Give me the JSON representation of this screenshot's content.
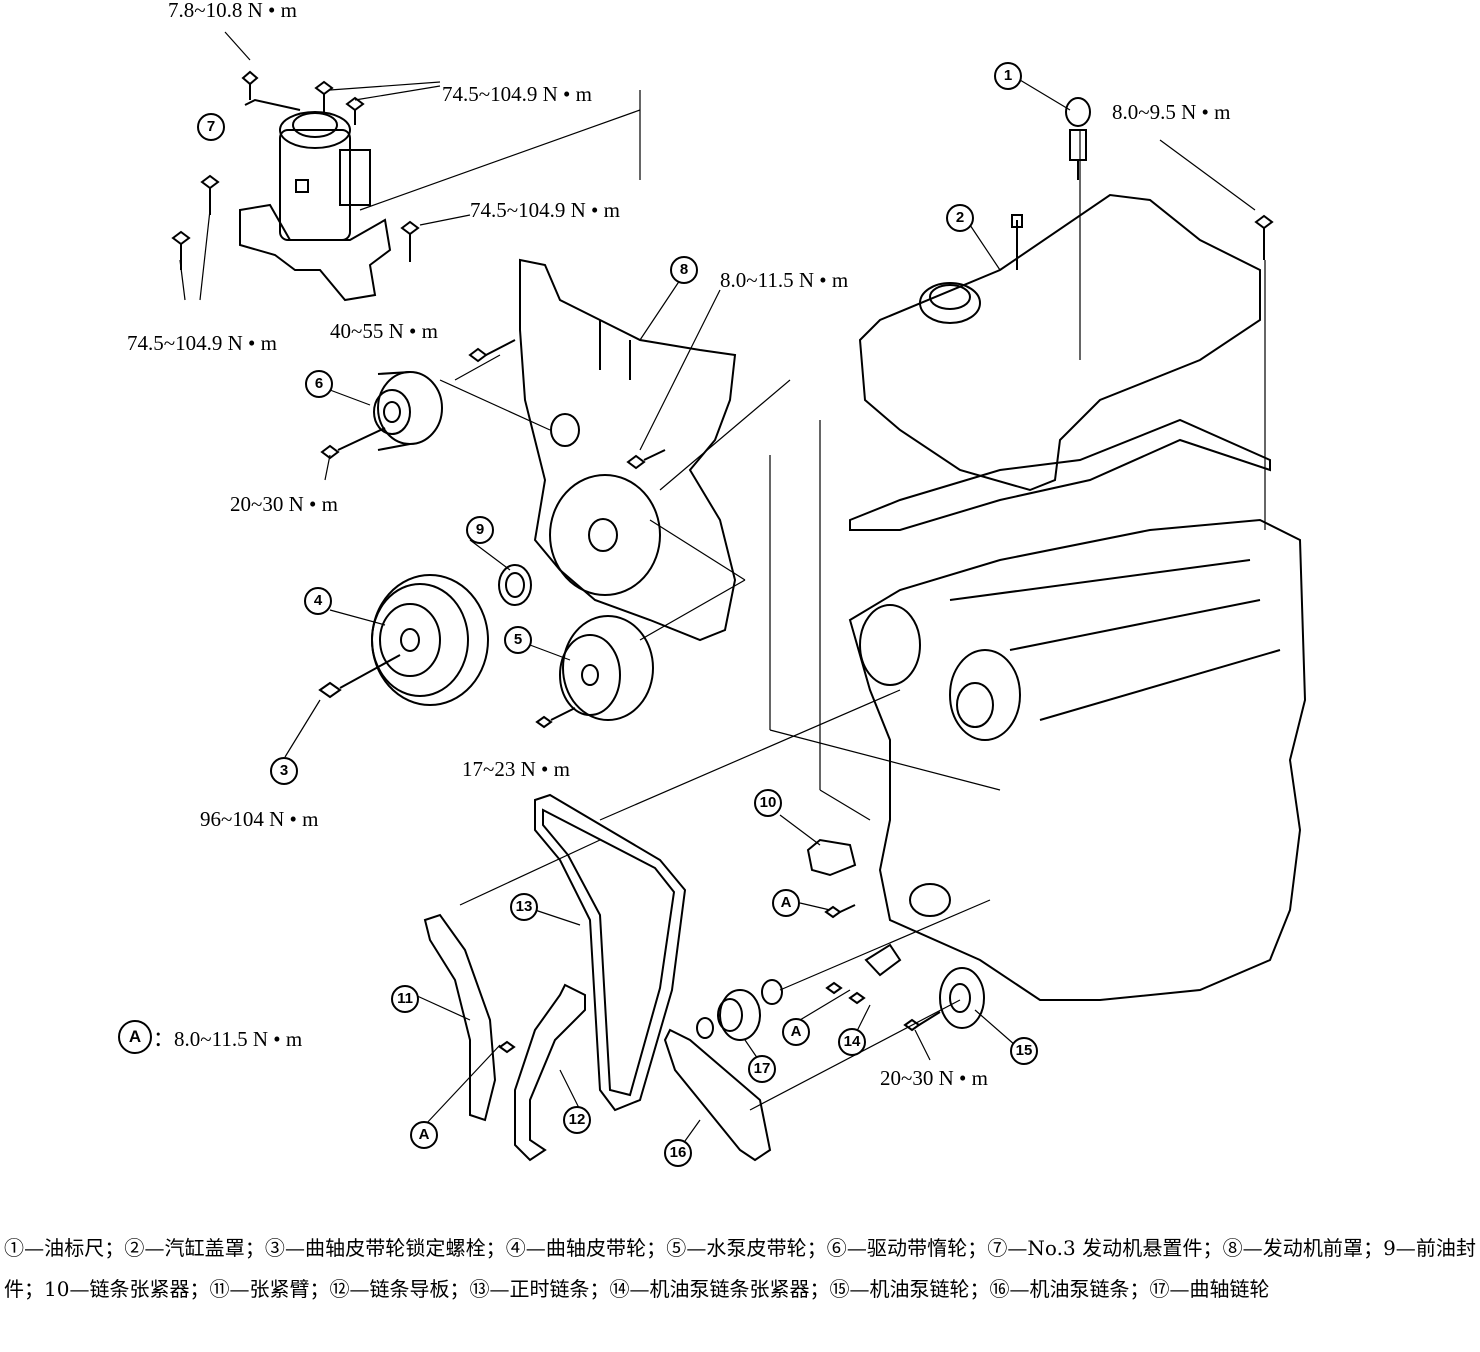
{
  "torque_labels": {
    "t_top": "7.8~10.8 N • m",
    "t_mount1": "74.5~104.9 N • m",
    "t_mount2": "74.5~104.9 N • m",
    "t_mount3": "74.5~104.9 N • m",
    "t_front40": "40~55 N • m",
    "t_idler": "20~30 N • m",
    "t_crank": "96~104 N • m",
    "t_water": "17~23 N • m",
    "t_cover": "8.0~11.5 N • m",
    "t_dip": "8.0~9.5 N • m",
    "t_oilpump": "20~30 N • m",
    "t_note": "：8.0~11.5 N • m"
  },
  "callouts": {
    "c1": "1",
    "c2": "2",
    "c3": "3",
    "c4": "4",
    "c5": "5",
    "c6": "6",
    "c7": "7",
    "c8": "8",
    "c9": "9",
    "c10": "10",
    "c11": "11",
    "c12": "12",
    "c13": "13",
    "c14": "14",
    "c15": "15",
    "c16": "16",
    "c17": "17",
    "cA1": "A",
    "cA2": "A",
    "cA3": "A",
    "cA4": "A"
  },
  "caption": "①—油标尺；②—汽缸盖罩；③—曲轴皮带轮锁定螺栓；④—曲轴皮带轮；⑤—水泵皮带轮；⑥—驱动带惰轮；⑦—No.3 发动机悬置件；⑧—发动机前罩；9—前油封件；10—链条张紧器；⑪—张紧臂；⑫—链条导板；⑬—正时链条；⑭—机油泵链条张紧器；⑮—机油泵链轮；⑯—机油泵链条；⑰—曲轴链轮",
  "colors": {
    "line": "#000000",
    "background": "#ffffff"
  }
}
